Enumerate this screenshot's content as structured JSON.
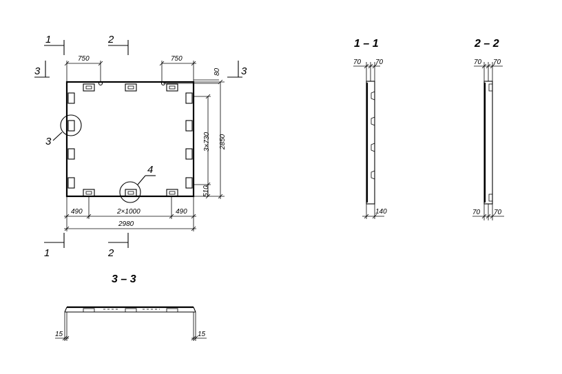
{
  "plan": {
    "dims": {
      "top_left": "750",
      "top_right": "750",
      "top_gap": "80",
      "height_total": "2850",
      "height_div": "3×730",
      "bottom_edge": "510",
      "left_490": "490",
      "mid_span": "2×1000",
      "right_490": "490",
      "width_total": "2980"
    },
    "cut_marks": {
      "cut1_top": "1",
      "cut2_top": "2",
      "cut3_left": "3",
      "cut3_right": "3",
      "cut1_bottom": "1",
      "cut2_bottom": "2"
    },
    "callouts": {
      "detail3": "3",
      "detail4": "4"
    }
  },
  "section_1_1": {
    "title": "1 – 1",
    "dim_left": "70",
    "dim_right": "70",
    "dim_bottom": "140"
  },
  "section_2_2": {
    "title": "2 – 2",
    "dim_top_left": "70",
    "dim_top_right": "70",
    "dim_bottom_left": "70",
    "dim_bottom_right": "70"
  },
  "section_3_3": {
    "title": "3 – 3",
    "dim_left": "15",
    "dim_right": "15"
  }
}
